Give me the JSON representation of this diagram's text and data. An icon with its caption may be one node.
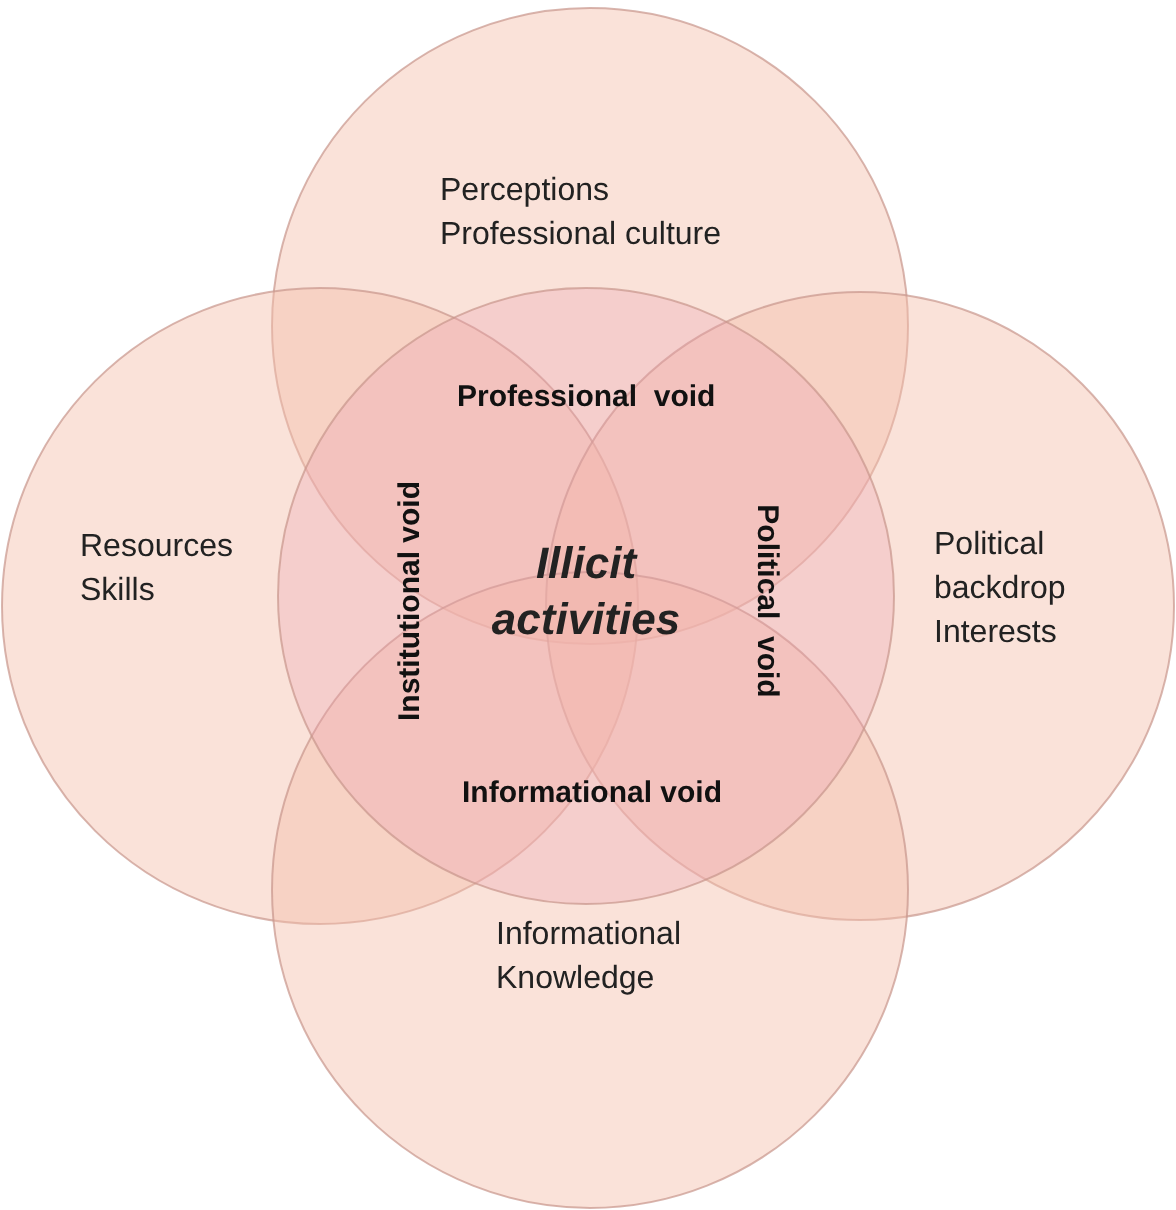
{
  "diagram": {
    "nodes": [
      {
        "text": [
          "Perceptions",
          "Professional culture"
        ]
      },
      {
        "text": [
          "Resources",
          "Skills"
        ]
      },
      {
        "text": [
          "Political backdrop",
          "Interests"
        ]
      },
      {
        "text": [
          "Informational",
          "Knowledge"
        ]
      },
      {
        "text": [
          "Illicit activities"
        ]
      }
    ],
    "labels": [
      "Professional  void",
      "Institutional void",
      "Political  void",
      "Informational void"
    ]
  }
}
